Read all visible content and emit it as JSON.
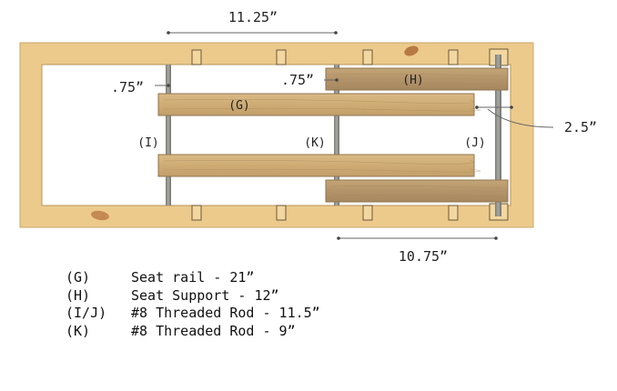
{
  "dimensions": {
    "top_span": "11.25”",
    "bottom_span": "10.75”",
    "rod_offset_left": ".75”",
    "rod_offset_right": ".75”",
    "rod_spacing": "2.5”"
  },
  "part_labels": {
    "g": "(G)",
    "h": "(H)",
    "i": "(I)",
    "j": "(J)",
    "k": "(K)"
  },
  "legend": [
    {
      "code": "(G)",
      "text": "Seat rail - 21”"
    },
    {
      "code": "(H)",
      "text": "Seat Support - 12”"
    },
    {
      "code": "(I/J)",
      "text": "#8 Threaded Rod - 11.5”"
    },
    {
      "code": "(K)",
      "text": "#8 Threaded Rod - 9”"
    }
  ],
  "colors": {
    "frame_wood": "#e9c98a",
    "board_wood": "#cfae78",
    "dark_board": "#b39468",
    "rod": "#8c8c88"
  }
}
